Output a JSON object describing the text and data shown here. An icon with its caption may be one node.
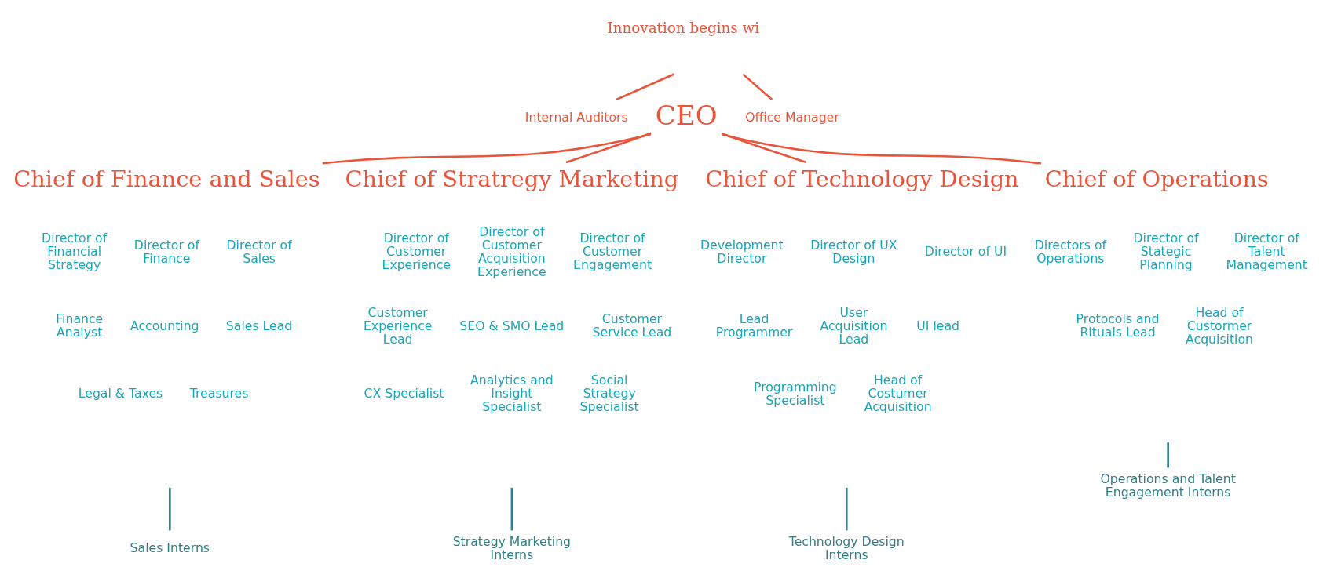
{
  "diagram": {
    "nodes": [
      {
        "text": [
          "Internal Auditors"
        ]
      },
      {
        "text": [
          "CEO"
        ]
      },
      {
        "text": [
          "Office Manager"
        ]
      },
      {
        "text": [
          "Chief of Finance and Sales"
        ]
      },
      {
        "text": [
          "Chief of Stratregy Marketing"
        ]
      },
      {
        "text": [
          "Chief of Technology Design"
        ]
      },
      {
        "text": [
          "Chief of Operations"
        ]
      },
      {
        "text": [
          "Sales Interns"
        ]
      },
      {
        "text": [
          "Strategy Marketing Interns"
        ]
      },
      {
        "text": [
          "Technology Design Interns"
        ]
      },
      {
        "text": [
          "Operations and Talent Engagement Interns"
        ]
      }
    ],
    "edges": [
      {
        "from": null,
        "to": 0,
        "arrow": "none"
      },
      {
        "from": null,
        "to": 2,
        "arrow": "none"
      },
      {
        "from": 1,
        "to": 3,
        "arrow": "none"
      },
      {
        "from": 1,
        "to": 4,
        "arrow": "none"
      },
      {
        "from": 1,
        "to": 5,
        "arrow": "none"
      },
      {
        "from": 1,
        "to": 6,
        "arrow": "none"
      },
      {
        "from": null,
        "to": 7,
        "arrow": "none",
        "color": "#2f7f86"
      },
      {
        "from": null,
        "to": 8,
        "arrow": "none",
        "color": "#2f7f86"
      },
      {
        "from": null,
        "to": 9,
        "arrow": "none",
        "color": "#2f7f86"
      },
      {
        "from": null,
        "to": 10,
        "arrow": "none",
        "color": "#2f7f86"
      }
    ],
    "labels": [
      "Innovation begins wi",
      "Director of Financial Strategy",
      "Director of Finance",
      "Director of Sales",
      "Finance Analyst",
      "Accounting",
      "Sales Lead",
      "Legal & Taxes",
      "Treasures",
      "Director of Customer Experience",
      "Director of Customer Acquisition Experience",
      "Director of Customer Engagement",
      "Customer Experience Lead",
      "SEO & SMO Lead",
      "Customer Service Lead",
      "CX Specialist",
      "Analytics and Insight Specialist",
      "Social Strategy Specialist",
      "Development Director",
      "Director of UX Design",
      "Director of UI",
      "Lead Programmer",
      "User Acquisition Lead",
      "UI lead",
      "Programming Specialist",
      "Head of Costumer Acquisition",
      "Directors of Operations",
      "Director of Stategic Planning",
      "Director of Talent Management",
      "Protocols and Rituals Lead",
      "Head of Custormer Acquisition"
    ]
  }
}
